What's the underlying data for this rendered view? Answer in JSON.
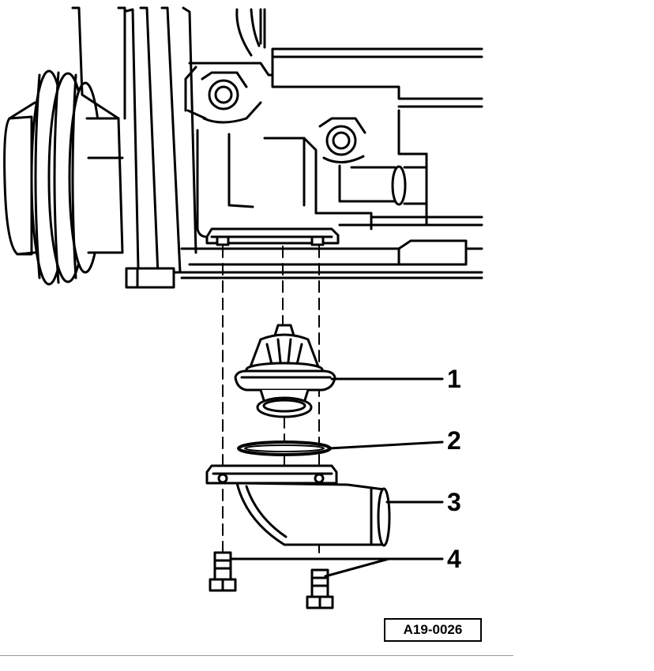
{
  "diagram": {
    "callouts": [
      {
        "id": "1",
        "label": "1"
      },
      {
        "id": "2",
        "label": "2"
      },
      {
        "id": "3",
        "label": "3"
      },
      {
        "id": "4",
        "label": "4"
      }
    ],
    "reference_code": "A19-0026"
  },
  "colors": {
    "ink": "#000000",
    "paper": "#ffffff"
  }
}
